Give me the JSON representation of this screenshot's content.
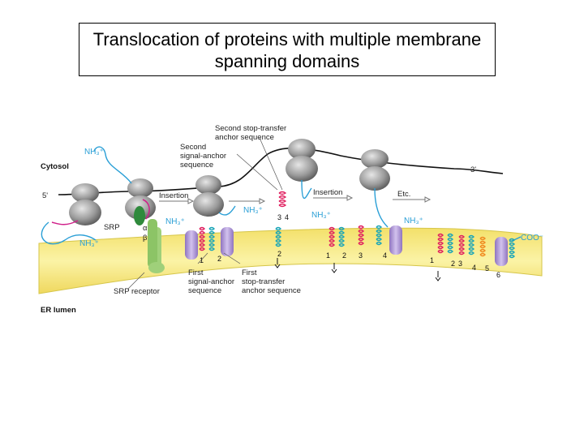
{
  "title": {
    "line1": "Translocation of proteins with multiple membrane",
    "line2": "spanning domains"
  },
  "labels": {
    "cytosol": "Cytosol",
    "er_lumen": "ER lumen",
    "five_prime": "5'",
    "three_prime": "3'",
    "srp": "SRP",
    "srp_receptor": "SRP receptor",
    "alpha": "α",
    "beta": "β",
    "insertion_1": "Insertion",
    "insertion_2": "Insertion",
    "etc": "Etc.",
    "second_stop_transfer_1": "Second stop-transfer",
    "second_stop_transfer_2": "anchor sequence",
    "second_signal_anchor_1": "Second",
    "second_signal_anchor_2": "signal-anchor",
    "second_signal_anchor_3": "sequence",
    "first_signal_anchor_1": "First",
    "first_signal_anchor_2": "signal-anchor",
    "first_signal_anchor_3": "sequence",
    "first_stop_transfer_1": "First",
    "first_stop_transfer_2": "stop-transfer",
    "first_stop_transfer_3": "anchor sequence",
    "coo": "COO⁻",
    "nh3_top": "NH₃⁺",
    "nh3_srp": "NH₃⁺",
    "nh3_stage2": "NH₃⁺",
    "nh3_stage3": "NH₃⁺",
    "nh3_stage4": "NH₃⁺",
    "nh3_stage5": "NH₃⁺"
  },
  "segment_numbers": {
    "s2_1": "1",
    "s2_2": "2",
    "s3_3": "3",
    "s3_4": "4",
    "s3_2": "2",
    "s4_1": "1",
    "s4_2": "2",
    "s4_3": "3",
    "s4_4": "4",
    "s5_1": "1",
    "s5_2": "2",
    "s5_3": "3",
    "s5_4": "4",
    "s5_5": "5",
    "s5_6": "6"
  },
  "colors": {
    "membrane": "#f7ea7d",
    "membrane_edge": "#d6c64a",
    "ribosome": "#9a9a9a",
    "mrna": "#111111",
    "translocon": "#b9a3d8",
    "srp": "#2f8a3c",
    "srp_receptor": "#9fd07a",
    "helix_red": "#e02060",
    "helix_teal": "#1aa5b8",
    "helix_orange": "#f08a20",
    "chain": "#2a9fd6",
    "pink_chain": "#d0208a"
  }
}
